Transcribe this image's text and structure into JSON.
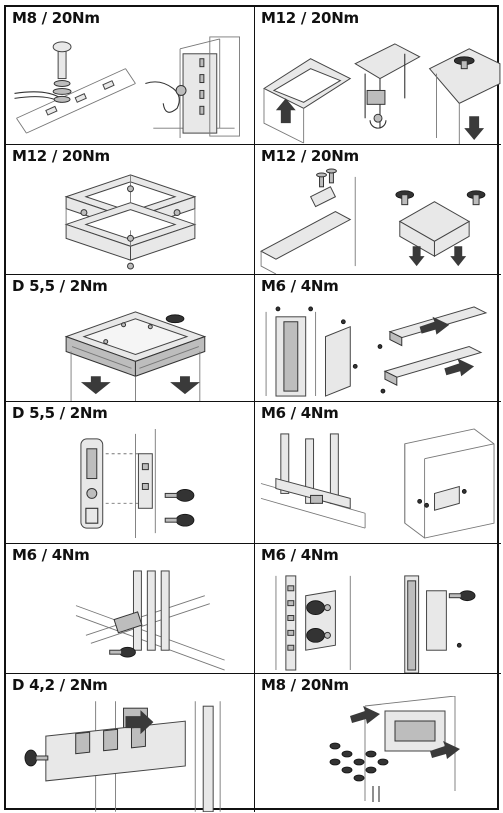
{
  "panels": [
    {
      "label": "M8 / 20Nm"
    },
    {
      "label": "M12 / 20Nm"
    },
    {
      "label": "M12 / 20Nm"
    },
    {
      "label": "M12 / 20Nm"
    },
    {
      "label": "D 5,5 / 2Nm"
    },
    {
      "label": "M6 / 4Nm"
    },
    {
      "label": "D 5,5 / 2Nm"
    },
    {
      "label": "M6 / 4Nm"
    },
    {
      "label": "M6 / 4Nm"
    },
    {
      "label": "M6 / 4Nm"
    },
    {
      "label": "D 4,2 / 2Nm"
    },
    {
      "label": "M8 / 20Nm"
    }
  ]
}
